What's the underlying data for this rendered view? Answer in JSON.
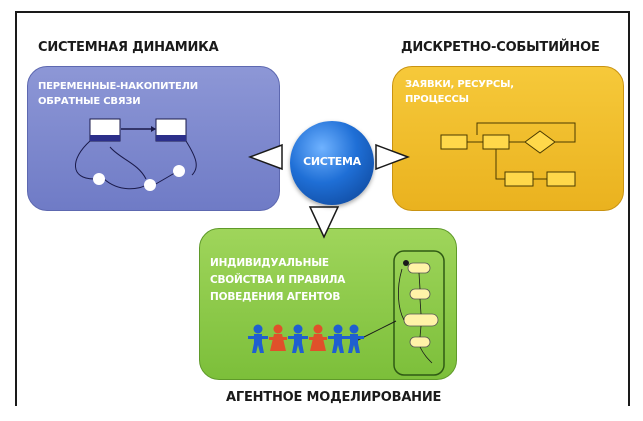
{
  "diagram": {
    "system_dynamics": {
      "title": "СИСТЕМНАЯ ДИНАМИКА",
      "description_lines": [
        "ПЕРЕМЕННЫЕ-НАКОПИТЕЛИ",
        "ОБРАТНЫЕ СВЯЗИ"
      ]
    },
    "discrete_event": {
      "title": "ДИСКРЕТНО-СОБЫТИЙНОЕ",
      "description_lines": [
        "ЗАЯВКИ, РЕСУРСЫ,",
        "ПРОЦЕССЫ"
      ]
    },
    "agent_based": {
      "title": "АГЕНТНОЕ МОДЕЛИРОВАНИЕ",
      "description_lines": [
        "ИНДИВИДУАЛЬНЫЕ",
        "СВОЙСТВА И ПРАВИЛА",
        "ПОВЕДЕНИЯ АГЕНТОВ"
      ]
    },
    "center": {
      "label": "СИСТЕМА"
    },
    "colors": {
      "system_dynamics": "#7b86cc",
      "discrete_event": "#f0bd2b",
      "agent_based": "#8ccb4a",
      "center": "#1f6fd6",
      "agent_blue": "#1f5fd0",
      "agent_red": "#e0502a"
    }
  }
}
